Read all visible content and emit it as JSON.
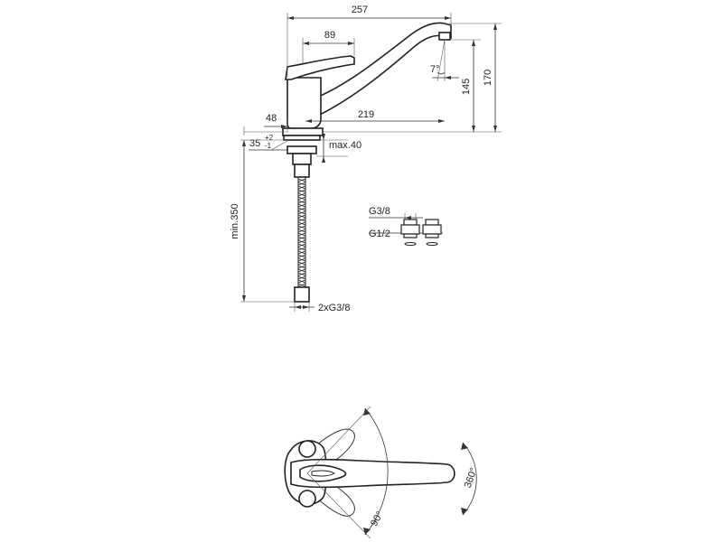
{
  "dimensions": {
    "total_length": "257",
    "lever_length": "89",
    "height_total": "170",
    "height_outlet": "145",
    "base_offset": "48",
    "spout_reach": "219",
    "spout_angle": "7°",
    "mount_hole": "35",
    "mount_tol_upper": "+2",
    "mount_tol_lower": "-1",
    "deck_thickness": "max.40",
    "hose_length": "min.350",
    "hose_thread": "2xG3/8"
  },
  "fittings": {
    "small_thread": "G3/8",
    "large_thread": "G1/2"
  },
  "rotation": {
    "lever_angle": "90°",
    "spout_rotation": "360°"
  }
}
